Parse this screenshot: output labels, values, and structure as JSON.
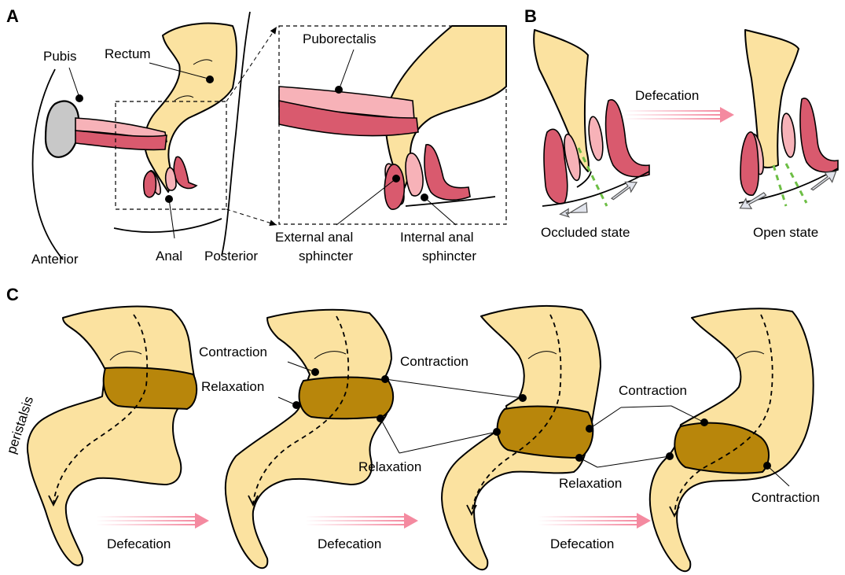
{
  "panels": {
    "a": "A",
    "b": "B",
    "c": "C"
  },
  "panel_a": {
    "pubis": "Pubis",
    "rectum": "Rectum",
    "anterior": "Anterior",
    "anal": "Anal",
    "posterior": "Posterior",
    "puborectalis": "Puborectalis",
    "external_line1": "External anal",
    "external_line2": "sphincter",
    "internal_line1": "Internal anal",
    "internal_line2": "sphincter"
  },
  "panel_b": {
    "defecation": "Defecation",
    "occluded": "Occluded state",
    "open": "Open state"
  },
  "panel_c": {
    "peristalsis": "peristalsis",
    "defecation_1": "Defecation",
    "defecation_2": "Defecation",
    "defecation_3": "Defecation",
    "stage2_contraction": "Contraction",
    "stage2_relaxation": "Relaxation",
    "stage3_contraction": "Contraction",
    "stage3_relaxation": "Relaxation",
    "stage4_contraction_top": "Contraction",
    "stage4_relaxation": "Relaxation",
    "stage4_contraction_bottom": "Contraction"
  },
  "colors": {
    "rectum_fill": "#FBE2A0",
    "muscle_light": "#F7B2B8",
    "muscle_dark": "#D95A6E",
    "pubis": "#C8C8C8",
    "stool": "#B8860B",
    "flow_arrow": "#F48AA0",
    "state_marker": "#6DBE45"
  }
}
